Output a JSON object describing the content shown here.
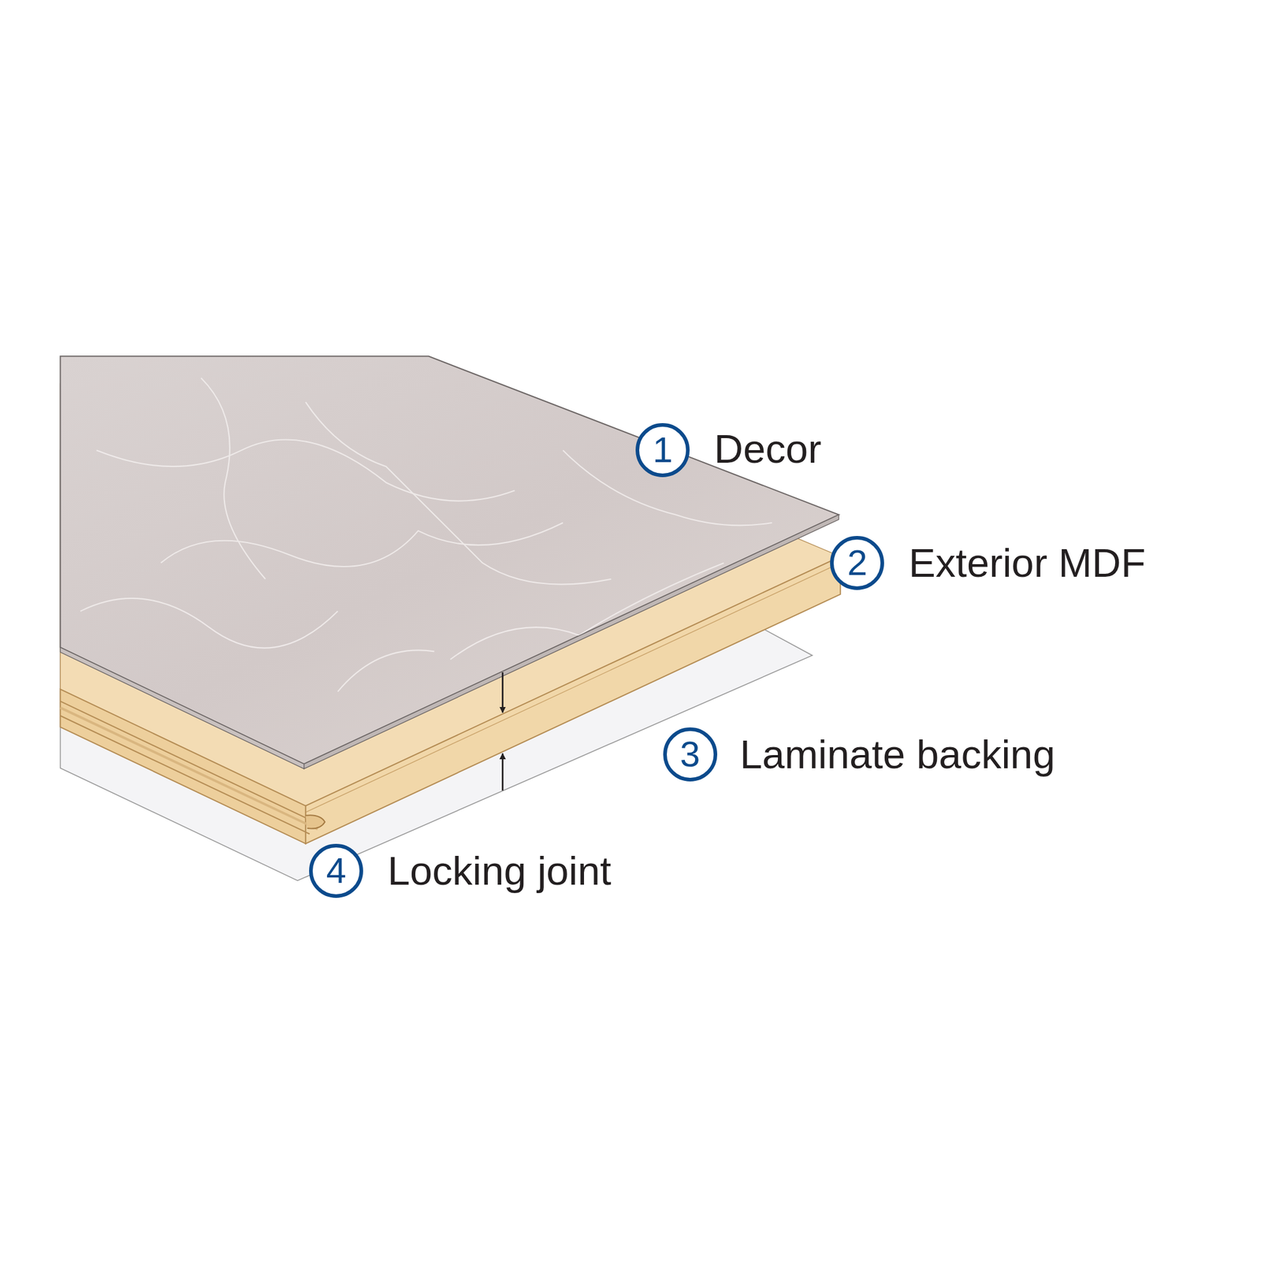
{
  "diagram": {
    "labels": [
      "1",
      "Decor",
      "2",
      "Exterior MDF",
      "3",
      "Laminate backing",
      "4",
      "Locking joint"
    ]
  }
}
